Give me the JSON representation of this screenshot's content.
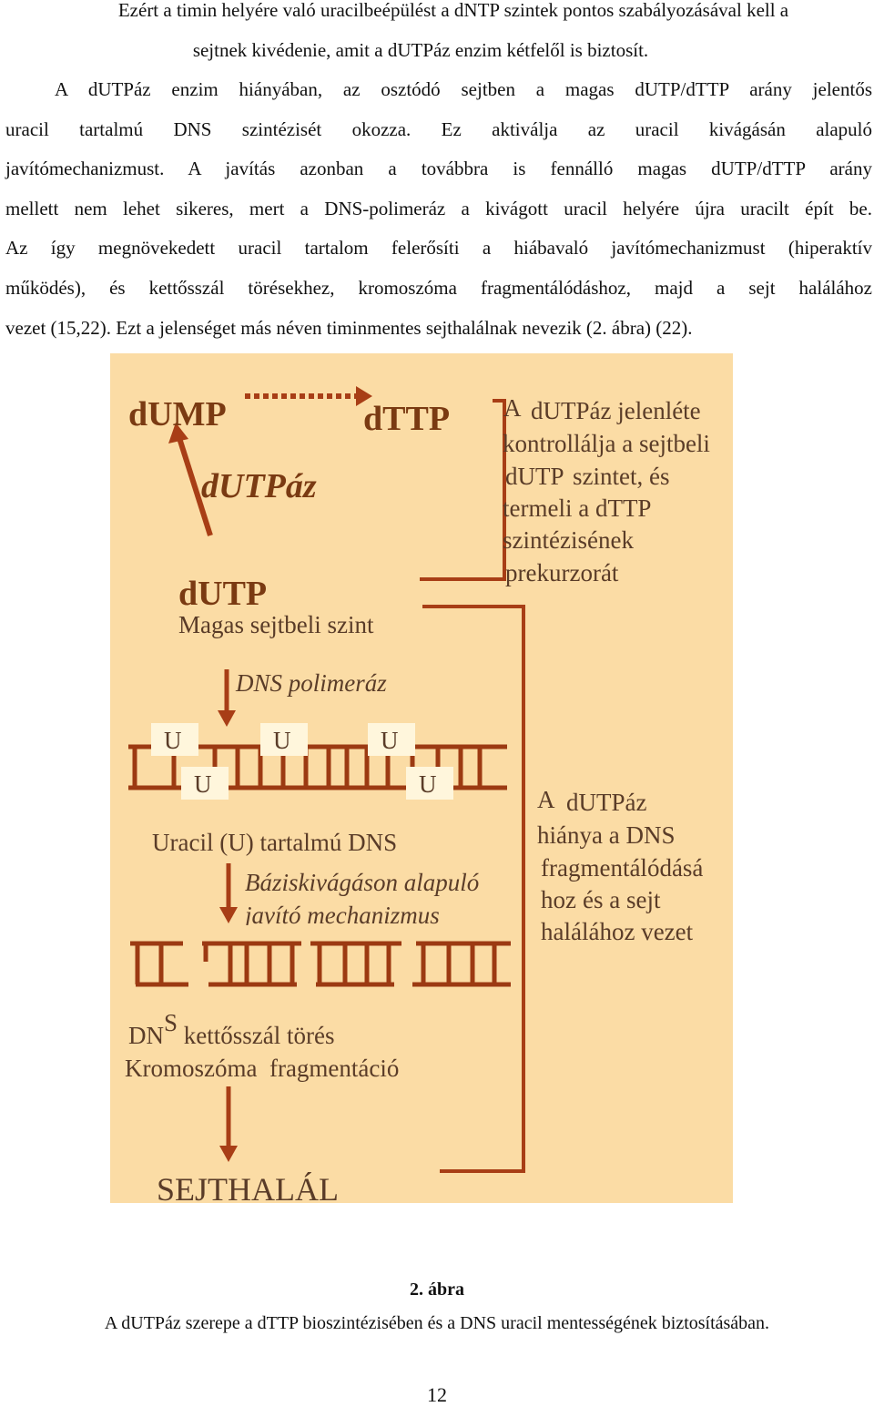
{
  "paragraph1": {
    "lines": [
      "Ezért a timin helyére való uracilbeépülést a dNTP szintek pontos szabályozásával kell a",
      "sejtnek kivédenie, amit a dUTPáz enzim kétfelől is biztosít."
    ]
  },
  "paragraph2": {
    "lines": [
      "A dUTPáz enzim hiányában, az osztódó sejtben a magas dUTP/dTTP arány jelentős",
      "uracil tartalmú DNS szintézisét okozza. Ez aktiválja az uracil kivágásán alapuló",
      "javítómechanizmust. A javítás azonban a továbbra is fennálló magas dUTP/dTTP arány",
      "mellett nem lehet sikeres, mert a DNS-polimeráz a kivágott uracil helyére újra uracilt épít be.",
      "Az így megnövekedett uracil tartalom felerősíti a hiábavaló javítómechanizmust (hiperaktív",
      "működés), és kettősszál törésekhez, kromoszóma fragmentálódáshoz, majd a sejt halálához",
      "vezet (15,22). Ezt a jelenséget más néven timinmentes sejthalálnak nevezik (2. ábra) (22)."
    ]
  },
  "figure": {
    "dump": "dUMP",
    "dttp": "dTTP",
    "dutpaz": "dUTPáz",
    "dutp": "dUTP",
    "high_level": "Magas sejtbeli szint",
    "dns_polymerase": "DNS polimeráz",
    "u": "U",
    "uracil_dns": "Uracil (U) tartalmú DNS",
    "repair_line1": "Báziskivágáson alapuló",
    "repair_line2": "javító mechanizmus",
    "dsb_dn": "DN",
    "dsb_s": "S",
    "dsb_rest": "kettősszál törés",
    "fragmentation": "Kromoszóma  fragmentáció",
    "death": "SEJTHALÁL",
    "note_top": [
      "A",
      "dUTPáz jelenléte",
      "kontrollálja a sejtbeli",
      "dUTP",
      "szintet, és",
      "termeli a dTTP",
      "szintézisének",
      "prekurzorát"
    ],
    "note_bottom": [
      "A",
      "dUTPáz",
      "hiánya a DNS",
      "fragmentálódásá",
      "hoz",
      "és a sejt",
      "halálához vezet"
    ],
    "colors": {
      "background": "#fbdca5",
      "arrow": "#a83e16",
      "dna": "#9c3a12",
      "text": "#5a3c28"
    }
  },
  "caption": {
    "title": "2. ábra",
    "text": "A dUTPáz szerepe a dTTP bioszintézisében és a DNS uracil mentességének biztosításában."
  },
  "page_number": "12"
}
